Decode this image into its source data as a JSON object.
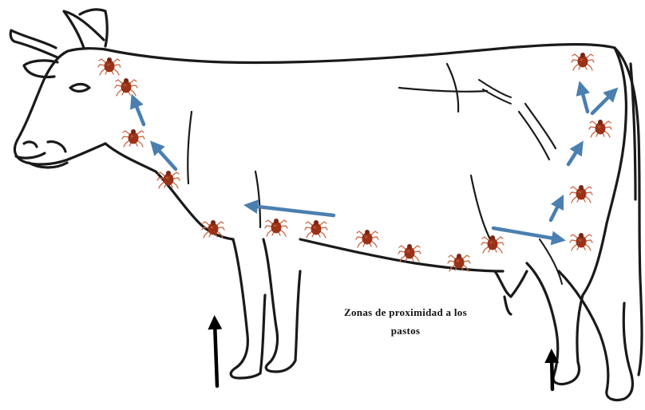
{
  "caption": {
    "line1": "Zonas de proximidad a los",
    "line2": "pastos"
  },
  "colors": {
    "outline": "#1a1a1a",
    "tick_body": "#9a3219",
    "tick_legs": "#c9643e",
    "blue_arrow": "#4a7fb0",
    "black_arrow": "#000000"
  },
  "icons": [
    "cow-outline",
    "tick-icon",
    "migration-arrow-icon",
    "ground-arrow-icon"
  ]
}
